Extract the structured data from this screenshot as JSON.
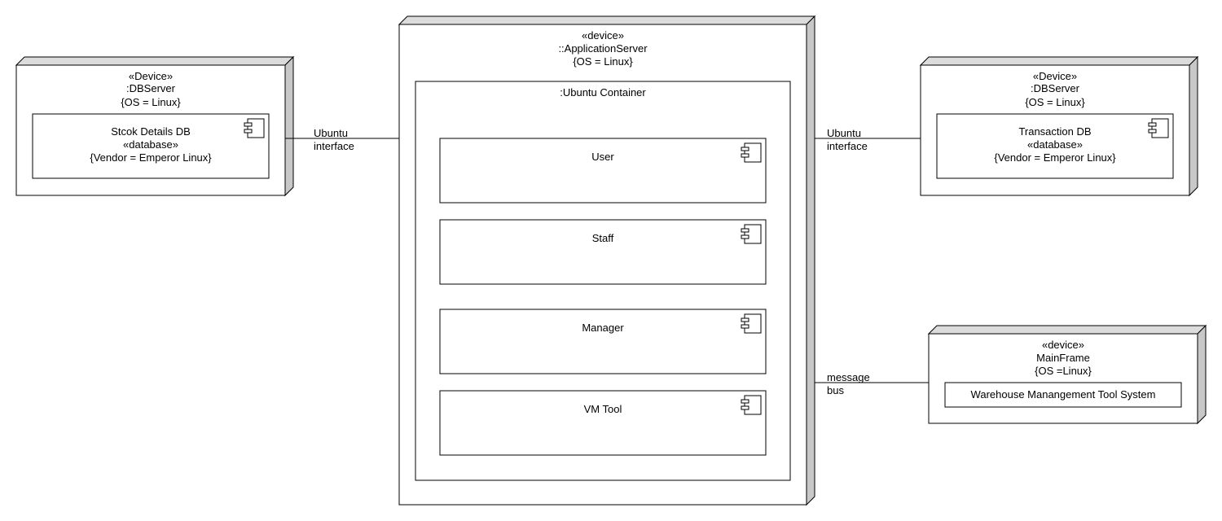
{
  "nodes": {
    "left_db": {
      "stereotype": "«Device»",
      "name": ":DBServer",
      "props": "{OS = Linux}",
      "artifact": {
        "name": "Stcok Details DB",
        "stereotype": "«database»",
        "props": "{Vendor = Emperor Linux}"
      }
    },
    "app_server": {
      "stereotype": "«device»",
      "name": "::ApplicationServer",
      "props": "{OS = Linux}",
      "container": {
        "name": ":Ubuntu Container",
        "components": [
          "User",
          "Staff",
          "Manager",
          "VM Tool"
        ]
      }
    },
    "right_db": {
      "stereotype": "«Device»",
      "name": ":DBServer",
      "props": "{OS = Linux}",
      "artifact": {
        "name": "Transaction DB",
        "stereotype": "«database»",
        "props": "{Vendor = Emperor Linux}"
      }
    },
    "mainframe": {
      "stereotype": "«device»",
      "name": "MainFrame",
      "props": "{OS =Linux}",
      "artifact": {
        "name": "Warehouse Manangement Tool System"
      }
    }
  },
  "connectors": {
    "left": {
      "line1": "Ubuntu",
      "line2": "interface"
    },
    "right": {
      "line1": "Ubuntu",
      "line2": "interface"
    },
    "bus": {
      "line1": "message",
      "line2": "bus"
    }
  },
  "icons": {
    "component": "uml-component-icon"
  }
}
